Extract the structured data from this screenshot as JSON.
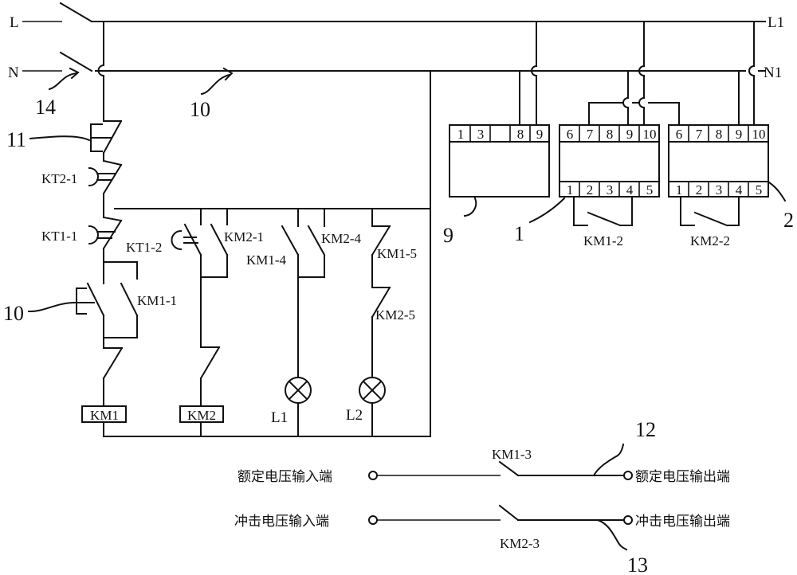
{
  "lines": {
    "L": "L",
    "N": "N",
    "L1": "L1",
    "N1": "N1"
  },
  "callouts": {
    "c14": "14",
    "c10_bus": "10",
    "c11": "11",
    "c10_button": "10",
    "c9": "9",
    "c1": "1",
    "c2": "2",
    "c12": "12",
    "c13": "13"
  },
  "contacts": {
    "kt2_1": "KT2-1",
    "kt1_1": "KT1-1",
    "kt1_2": "KT1-2",
    "km1_1": "KM1-1",
    "km2_1": "KM2-1",
    "km1_4": "KM1-4",
    "km2_4": "KM2-4",
    "km1_5": "KM1-5",
    "km2_5": "KM2-5",
    "km1_2": "KM1-2",
    "km2_2": "KM2-2",
    "km1_3": "KM1-3",
    "km2_3": "KM2-3"
  },
  "coils": {
    "km1": "KM1",
    "km2": "KM2"
  },
  "lamps": {
    "l1": "L1",
    "l2": "L2"
  },
  "modules": {
    "m9": {
      "pins": [
        "1",
        "3",
        "",
        "8",
        "9"
      ]
    },
    "m1": {
      "top_pins": [
        "6",
        "7",
        "8",
        "9",
        "10"
      ],
      "bottom_pins": [
        "1",
        "2",
        "3",
        "4",
        "5"
      ]
    },
    "m2": {
      "top_pins": [
        "6",
        "7",
        "8",
        "9",
        "10"
      ],
      "bottom_pins": [
        "1",
        "2",
        "3",
        "4",
        "5"
      ]
    }
  },
  "terminals": {
    "rated_in": "额定电压输入端",
    "rated_out": "额定电压输出端",
    "surge_in": "冲击电压输入端",
    "surge_out": "冲击电压输出端"
  }
}
